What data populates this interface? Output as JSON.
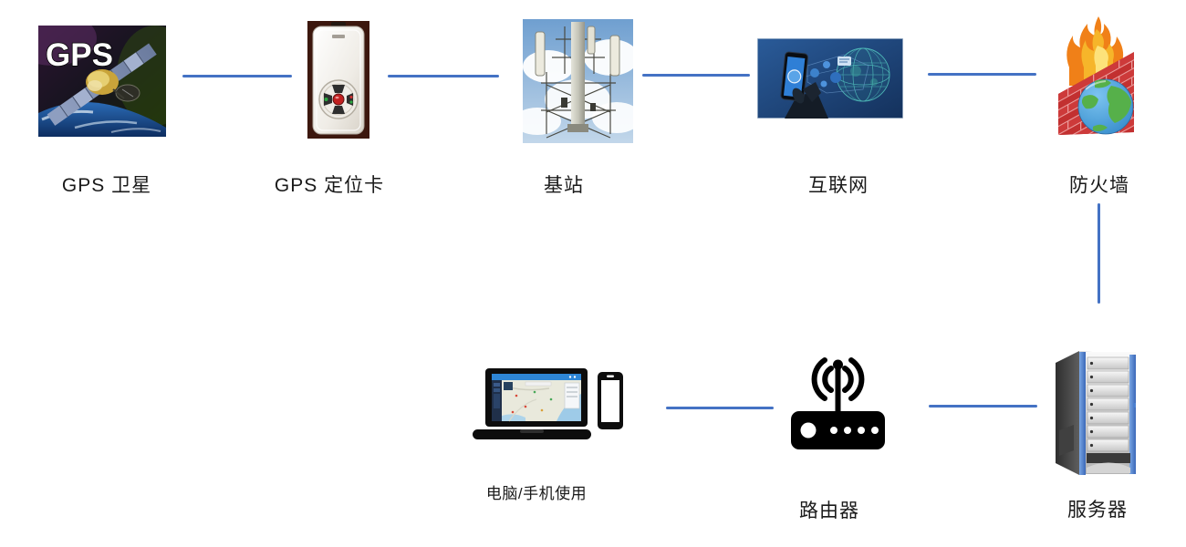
{
  "diagram": {
    "description": "GPS tracking system network topology",
    "accent_color": "#4472c4",
    "nodes": {
      "gps_satellite": {
        "label": "GPS 卫星",
        "image_text": "GPS"
      },
      "gps_card": {
        "label": "GPS 定位卡"
      },
      "base_station": {
        "label": "基站"
      },
      "internet": {
        "label": "互联网"
      },
      "firewall": {
        "label": "防火墙"
      },
      "computer_phone": {
        "label": "电脑/手机使用"
      },
      "router": {
        "label": "路由器"
      },
      "server": {
        "label": "服务器"
      }
    },
    "edges": [
      {
        "from": "gps_satellite",
        "to": "gps_card"
      },
      {
        "from": "gps_card",
        "to": "base_station"
      },
      {
        "from": "base_station",
        "to": "internet"
      },
      {
        "from": "internet",
        "to": "firewall"
      },
      {
        "from": "firewall",
        "to": "server"
      },
      {
        "from": "server",
        "to": "router"
      },
      {
        "from": "router",
        "to": "computer_phone"
      }
    ]
  }
}
